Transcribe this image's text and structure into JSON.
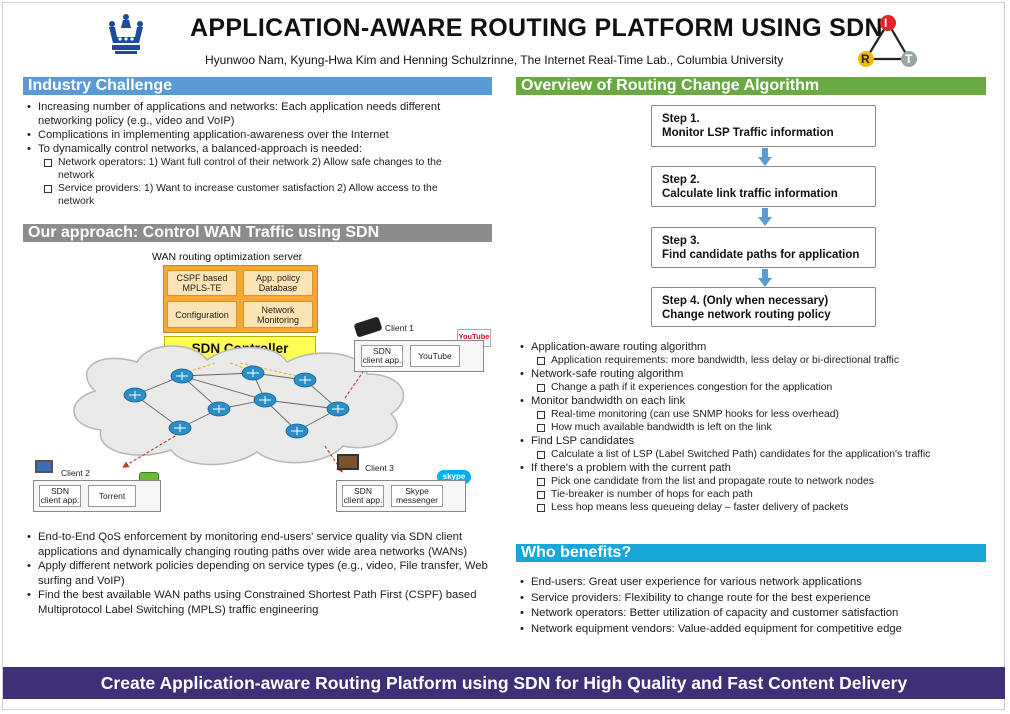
{
  "header": {
    "title": "APPLICATION-AWARE ROUTING PLATFORM USING SDN",
    "authors": "Hyunwoo Nam, Kyung-Hwa Kim and Henning Schulzrinne, The Internet Real-Time Lab., Columbia University",
    "logo_letters": [
      "I",
      "R",
      "T"
    ]
  },
  "industry": {
    "heading": "Industry Challenge",
    "bullets": [
      "Increasing number of applications and networks: Each application needs different networking policy (e.g., video and VoIP)",
      "Complications in implementing application-awareness over the Internet",
      "To dynamically control networks, a balanced-approach is needed:"
    ],
    "sub_bullets": [
      "Network operators: 1) Want full control of their network 2) Allow safe changes to the network",
      "Service providers: 1) Want to increase customer satisfaction 2) Allow access to the network"
    ]
  },
  "approach": {
    "heading": "Our approach: Control WAN Traffic using SDN",
    "diagram": {
      "server_label": "WAN routing optimization server",
      "boxes": [
        "CSPF based MPLS-TE",
        "App. policy Database",
        "Configuration",
        "Network Monitoring"
      ],
      "controller": "SDN Controller",
      "client1": {
        "label": "Client 1",
        "app": "SDN client app.",
        "service": "YouTube"
      },
      "client2": {
        "label": "Client 2",
        "app": "SDN client app.",
        "service": "Torrent"
      },
      "client3": {
        "label": "Client 3",
        "app": "SDN client app.",
        "service": "Skype messenger"
      },
      "skype_logo": "skype",
      "youtube_logo": "YouTube"
    },
    "bullets": [
      "End-to-End QoS enforcement by monitoring end-users' service quality via SDN client applications and dynamically changing routing paths over wide area networks (WANs)",
      "Apply different network policies depending on service types (e.g., video, File transfer, Web surfing and VoIP)",
      "Find the best available WAN paths using Constrained Shortest Path First (CSPF) based Multiprotocol Label Switching (MPLS) traffic engineering"
    ]
  },
  "overview": {
    "heading": "Overview of Routing Change Algorithm",
    "steps": [
      {
        "num": "Step 1.",
        "text": "Monitor LSP Traffic information"
      },
      {
        "num": "Step 2.",
        "text": "Calculate link traffic information"
      },
      {
        "num": "Step 3.",
        "text": "Find candidate paths for application"
      },
      {
        "num": "Step 4. (Only when necessary)",
        "text": "Change network routing policy"
      }
    ],
    "items": [
      {
        "text": "Application-aware routing algorithm",
        "subs": [
          "Application requirements: more bandwidth, less delay or bi-directional traffic"
        ]
      },
      {
        "text": "Network-safe routing algorithm",
        "subs": [
          "Change a path if it experiences congestion for the application"
        ]
      },
      {
        "text": "Monitor bandwidth on each link",
        "subs": [
          "Real-time monitoring (can use SNMP hooks for less overhead)",
          "How much available bandwidth is left on the link"
        ]
      },
      {
        "text": "Find LSP candidates",
        "subs": [
          "Calculate a list of LSP (Label Switched Path) candidates for the application's traffic"
        ]
      },
      {
        "text": "If there's a problem with the current path",
        "subs": [
          "Pick one candidate from the list and propagate route to network nodes",
          "Tie-breaker is number of hops for each path",
          "Less hop means less queueing delay – faster delivery of packets"
        ]
      }
    ]
  },
  "benefits": {
    "heading": "Who benefits?",
    "bullets": [
      "End-users: Great user experience for various network applications",
      "Service providers: Flexibility to change route for the best experience",
      "Network operators: Better utilization of capacity and customer satisfaction",
      "Network equipment vendors: Value-added equipment for competitive edge"
    ]
  },
  "banner": "Create Application-aware Routing Platform using SDN for High Quality and Fast Content Delivery",
  "colors": {
    "blue_bar": "#5b9bd5",
    "gray_bar": "#8c8c8c",
    "green_bar": "#6aaa45",
    "cyan_bar": "#17a7d8",
    "banner": "#3f2f78",
    "controller": "#ffff55",
    "arrow": "#5a9bd5"
  }
}
